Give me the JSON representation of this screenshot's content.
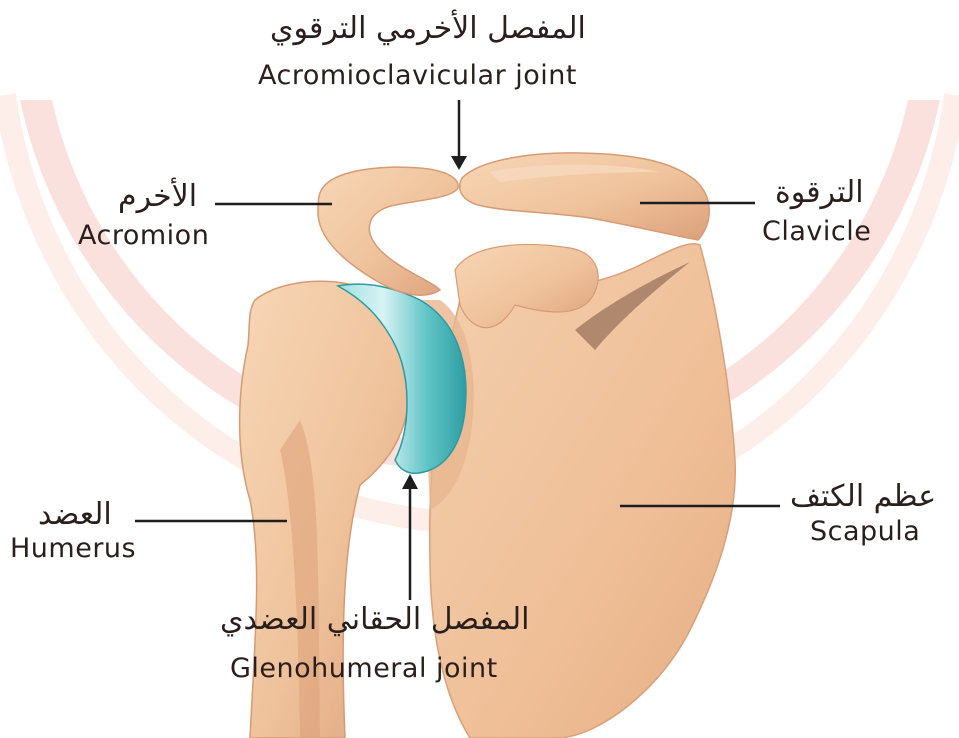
{
  "colors": {
    "background": "#ffffff",
    "watermark": "#fbe1dd",
    "bone": "#efc39c",
    "bone_shadow": "#d99e76",
    "cartilage": "#55c3c3",
    "text": "#2a1f1c",
    "leader": "#1e1e1e"
  },
  "labels": {
    "acromioclavicular": {
      "ar": "المفصل الأخرمي الترقوي",
      "en": "Acromioclavicular joint"
    },
    "acromion": {
      "ar": "الأخرم",
      "en": "Acromion"
    },
    "clavicle": {
      "ar": "الترقوة",
      "en": "Clavicle"
    },
    "humerus": {
      "ar": "العضد",
      "en": "Humerus"
    },
    "scapula": {
      "ar": "عظم الكتف",
      "en": "Scapula"
    },
    "glenohumeral": {
      "ar": "المفصل الحقاني العضدي",
      "en": "Glenohumeral joint"
    }
  }
}
